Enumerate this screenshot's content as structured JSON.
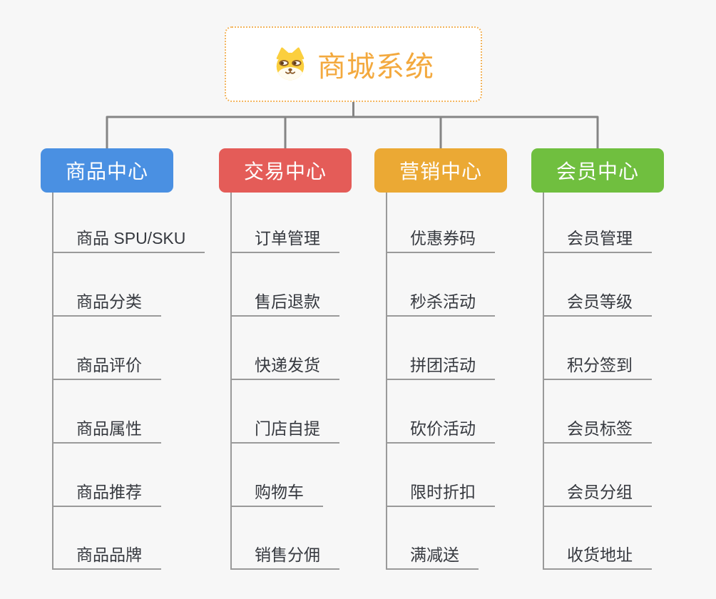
{
  "root": {
    "title": "商城系统",
    "icon": "dog-face-icon",
    "title_color": "#f3a93e",
    "border_color": "#f2b45c"
  },
  "colors": {
    "background": "#f7f7f7",
    "connector": "#858585",
    "line": "#9a9a9a",
    "item_text": "#36393f"
  },
  "branches": [
    {
      "label": "商品中心",
      "color": "#4a90e2",
      "items": [
        "商品 SPU/SKU",
        "商品分类",
        "商品评价",
        "商品属性",
        "商品推荐",
        "商品品牌"
      ]
    },
    {
      "label": "交易中心",
      "color": "#e45c58",
      "items": [
        "订单管理",
        "售后退款",
        "快递发货",
        "门店自提",
        "购物车",
        "销售分佣"
      ]
    },
    {
      "label": "营销中心",
      "color": "#eba934",
      "items": [
        "优惠券码",
        "秒杀活动",
        "拼团活动",
        "砍价活动",
        "限时折扣",
        "满减送"
      ]
    },
    {
      "label": "会员中心",
      "color": "#70bf3f",
      "items": [
        "会员管理",
        "会员等级",
        "积分签到",
        "会员标签",
        "会员分组",
        "收货地址"
      ]
    }
  ]
}
